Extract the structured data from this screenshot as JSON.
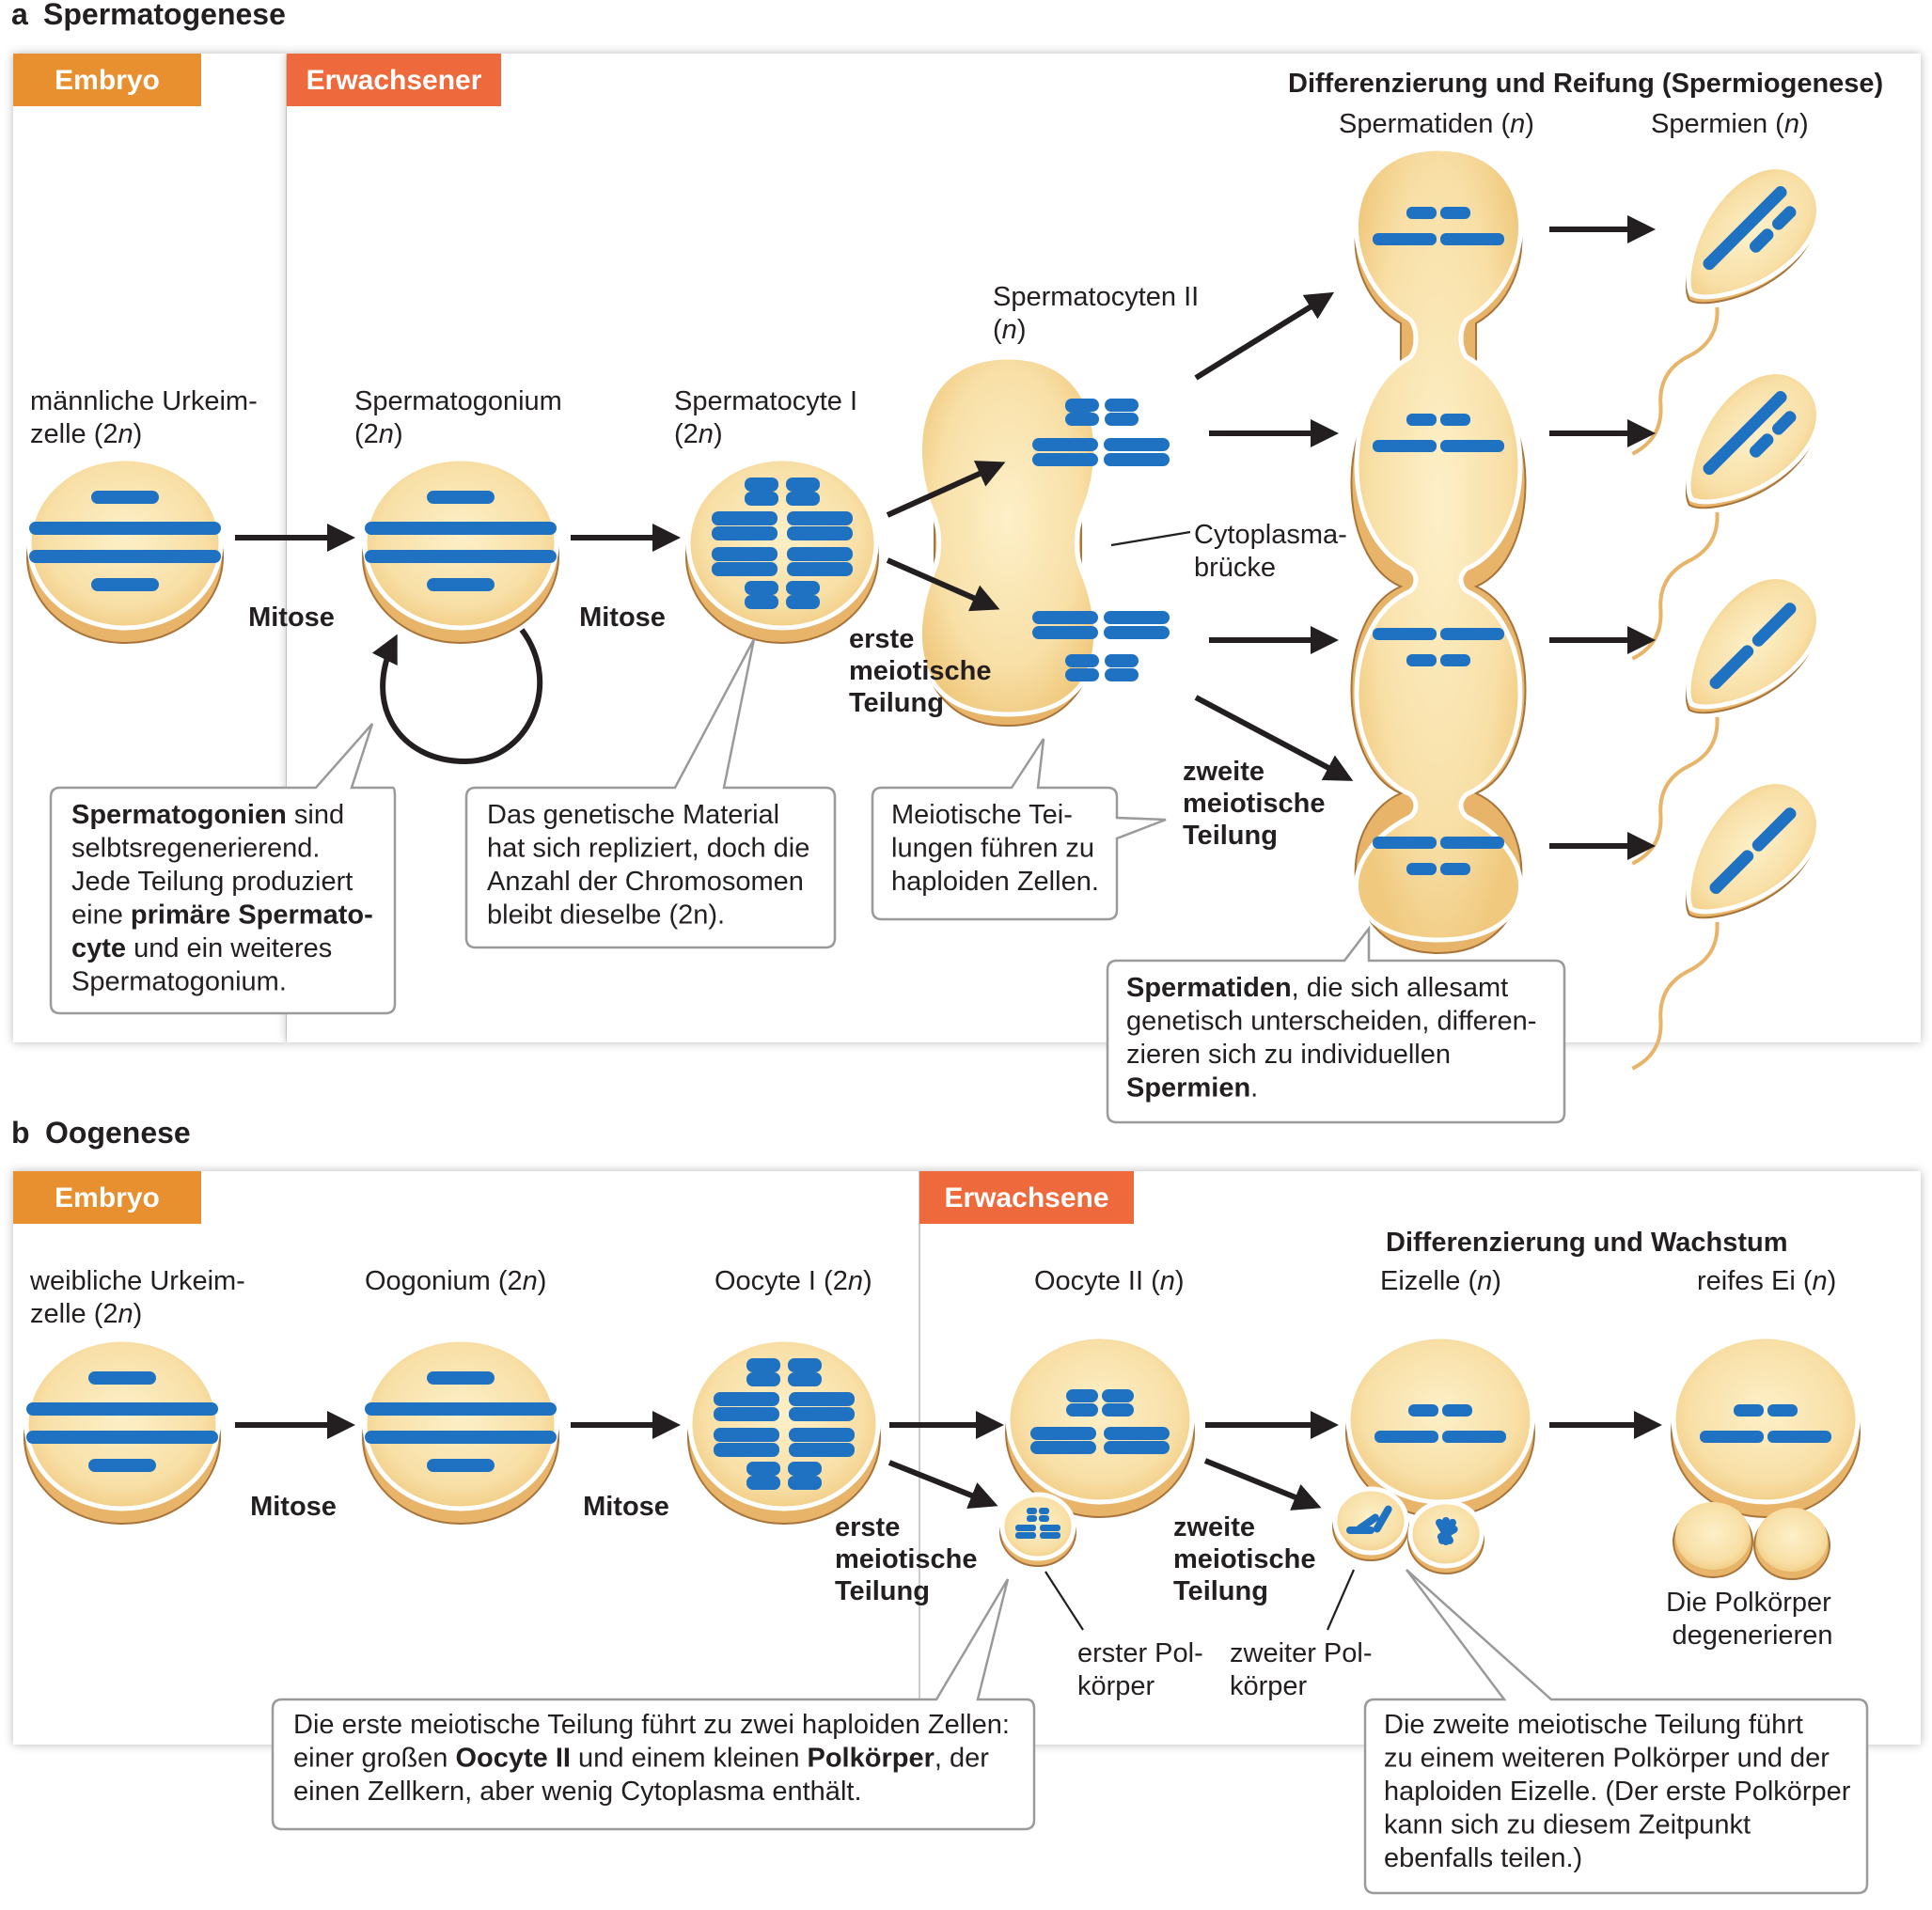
{
  "colors": {
    "embryo": "#e8902f",
    "adult": "#ee6a3c",
    "chromosome": "#1f72c2",
    "cytoplasm": "#f8dfa6",
    "cell_rim": "#e7b46a"
  },
  "panel_a": {
    "letter": "a",
    "title": "Spermatogenese",
    "tag_embryo": "Embryo",
    "tag_adult": "Erwachsener",
    "stage_header": "Differenzierung und Reifung (Spermiogenese)",
    "col_spermatids": "Spermatiden (",
    "col_sperm": "Spermien (",
    "primordial": [
      "männliche Urkeim-",
      "zelle (2"
    ],
    "spermatogonium": [
      "Spermatogonium",
      "(2"
    ],
    "spermatocyte1": [
      "Spermatocyte I",
      "(2"
    ],
    "spermatocyte2": [
      "Spermatocyten II",
      "("
    ],
    "n_label": "n",
    "close_paren": ")",
    "mitosis1": "Mitose",
    "mitosis2": "Mitose",
    "meiosis1": [
      "erste",
      "meiotische",
      "Teilung"
    ],
    "meiosis2": [
      "zweite",
      "meiotische",
      "Teilung"
    ],
    "bridge": [
      "Cytoplasma-",
      "brücke"
    ],
    "callout1": {
      "l1_bold": "Spermatogonien",
      "l1_rest": " sind",
      "l2": "selbtsregenerierend.",
      "l3": "Jede Teilung produziert",
      "l4_pre": "eine ",
      "l4_bold": "primäre Spermato-",
      "l5_bold": "cyte",
      "l5_rest": " und ein weiteres",
      "l6": "Spermatogonium."
    },
    "callout2": [
      "Das genetische Material",
      "hat sich repliziert, doch die",
      "Anzahl der Chromosomen",
      "bleibt dieselbe (2n)."
    ],
    "callout3": [
      "Meiotische Tei-",
      "lungen führen zu",
      "haploiden Zellen."
    ],
    "callout4": {
      "l1_bold": "Spermatiden",
      "l1_rest": ", die sich allesamt",
      "l2": "genetisch unterscheiden, differen-",
      "l3": "zieren sich zu individuellen",
      "l4_bold": "Spermien",
      "l4_rest": "."
    }
  },
  "panel_b": {
    "letter": "b",
    "title": "Oogenese",
    "tag_embryo": "Embryo",
    "tag_adult": "Erwachsene",
    "stage_header": "Differenzierung und Wachstum",
    "primordial": [
      "weibliche Urkeim-",
      "zelle (2"
    ],
    "oogonium": "Oogonium (2",
    "oocyte1": "Oocyte I (2",
    "oocyte2": "Oocyte II (",
    "egg_cell": "Eizelle (",
    "mature_egg": "reifes Ei (",
    "n_label": "n",
    "close_paren": ")",
    "mitosis1": "Mitose",
    "mitosis2": "Mitose",
    "meiosis1": [
      "erste",
      "meiotische",
      "Teilung"
    ],
    "meiosis2": [
      "zweite",
      "meiotische",
      "Teilung"
    ],
    "polar1": [
      "erster Pol-",
      "körper"
    ],
    "polar2": [
      "zweiter Pol-",
      "körper"
    ],
    "polar_degenerate": [
      "Die Polkörper",
      "degenerieren"
    ],
    "callout1": {
      "l1": "Die erste meiotische Teilung führt zu zwei haploiden Zellen:",
      "l2_pre": "einer großen ",
      "l2_b1": "Oocyte II",
      "l2_mid": " und einem kleinen ",
      "l2_b2": "Polkörper",
      "l2_post": ", der",
      "l3": "einen Zellkern, aber wenig Cytoplasma enthält."
    },
    "callout2": [
      "Die zweite meiotische Teilung führt",
      "zu einem weiteren Polkörper und der",
      "haploiden Eizelle. (Der erste Polkörper",
      "kann sich zu diesem Zeitpunkt",
      "ebenfalls teilen.)"
    ]
  }
}
